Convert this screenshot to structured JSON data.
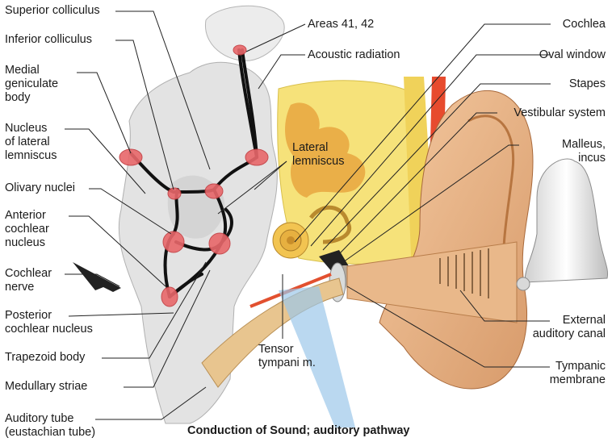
{
  "caption": "Conduction of Sound; auditory pathway",
  "labels_left": [
    {
      "id": "superior-colliculus",
      "text": "Superior colliculus"
    },
    {
      "id": "inferior-colliculus",
      "text": "Inferior colliculus"
    },
    {
      "id": "medial-geniculate-body",
      "text": "Medial\ngeniculate\nbody"
    },
    {
      "id": "nucleus-lateral-lemniscus",
      "text": "Nucleus\nof lateral\nlemniscus"
    },
    {
      "id": "olivary-nuclei",
      "text": "Olivary nuclei"
    },
    {
      "id": "anterior-cochlear-nucleus",
      "text": "Anterior\ncochlear\nnucleus"
    },
    {
      "id": "cochlear-nerve",
      "text": "Cochlear\nnerve"
    },
    {
      "id": "posterior-cochlear-nucleus",
      "text": "Posterior\ncochlear nucleus"
    },
    {
      "id": "trapezoid-body",
      "text": "Trapezoid body"
    },
    {
      "id": "medullary-striae",
      "text": "Medullary striae"
    },
    {
      "id": "auditory-tube",
      "text": "Auditory tube\n(eustachian tube)"
    }
  ],
  "labels_right": [
    {
      "id": "areas-41-42",
      "text": "Areas 41, 42"
    },
    {
      "id": "acoustic-radiation",
      "text": "Acoustic radiation"
    },
    {
      "id": "cochlea",
      "text": "Cochlea"
    },
    {
      "id": "oval-window",
      "text": "Oval window"
    },
    {
      "id": "stapes",
      "text": "Stapes"
    },
    {
      "id": "vestibular-system",
      "text": "Vestibular system"
    },
    {
      "id": "malleus-incus",
      "text": "Malleus,\nincus"
    },
    {
      "id": "external-auditory-canal",
      "text": "External\nauditory canal"
    },
    {
      "id": "tympanic-membrane",
      "text": "Tympanic\nmembrane"
    }
  ],
  "labels_center": [
    {
      "id": "lateral-lemniscus",
      "text": "Lateral\nlemniscus"
    },
    {
      "id": "tensor-tympani",
      "text": "Tensor\ntympani m."
    }
  ]
}
